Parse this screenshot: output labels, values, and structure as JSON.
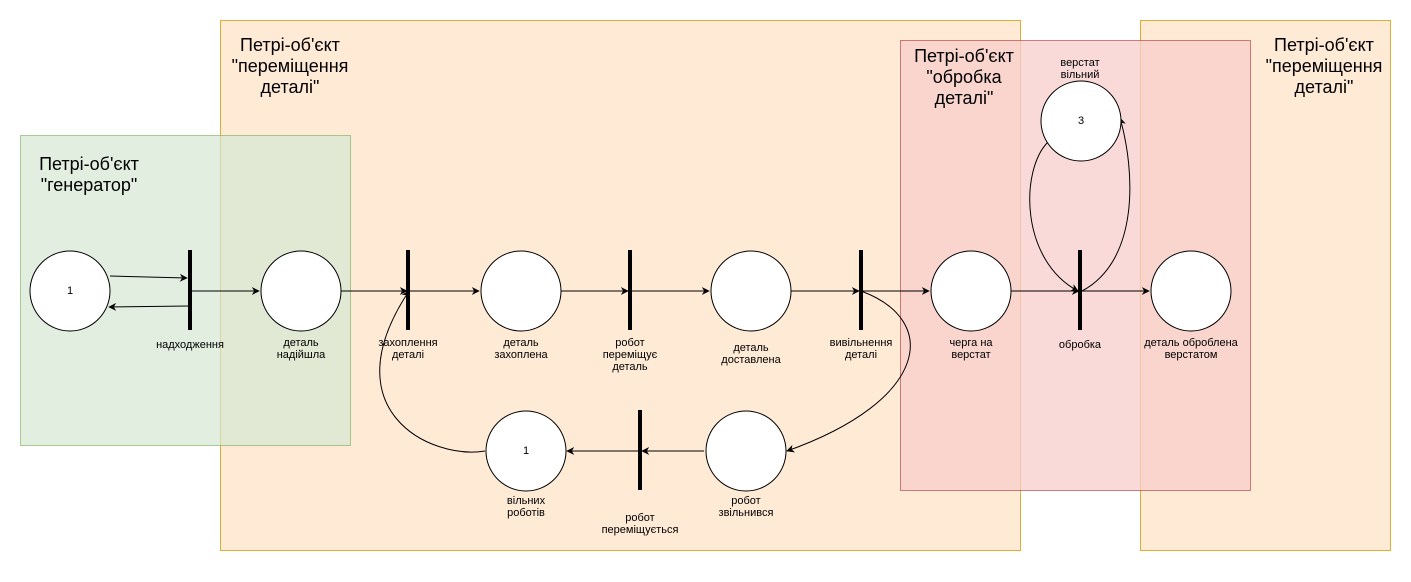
{
  "regions": {
    "generator": {
      "title": [
        "Петрі-об'єкт",
        "\"генератор\""
      ],
      "fill": "#d5e8d4",
      "stroke": "#82b366"
    },
    "move_left": {
      "title": [
        "Петрі-об'єкт",
        "\"переміщення",
        "деталі\""
      ],
      "fill": "#ffe6cc",
      "stroke": "#d79b00"
    },
    "processing": {
      "title": [
        "Петрі-об'єкт",
        "\"обробка",
        "деталі\""
      ],
      "fill": "#f8cecc",
      "stroke": "#b85450"
    },
    "move_right": {
      "title": [
        "Петрі-об'єкт",
        "\"переміщення",
        "деталі\""
      ],
      "fill": "#ffe6cc",
      "stroke": "#d79b00"
    }
  },
  "places": {
    "p_gen": {
      "tokens": "1",
      "label": []
    },
    "p_arrived": {
      "tokens": "",
      "label": [
        "деталь",
        "надійшла"
      ]
    },
    "p_captured": {
      "tokens": "",
      "label": [
        "деталь",
        "захоплена"
      ]
    },
    "p_delivered": {
      "tokens": "",
      "label": [
        "деталь",
        "доставлена"
      ]
    },
    "p_queue": {
      "tokens": "",
      "label": [
        "черга на",
        "верстат"
      ]
    },
    "p_processed": {
      "tokens": "",
      "label": [
        "деталь оброблена",
        "верстатом"
      ]
    },
    "p_machine_free": {
      "tokens": "3",
      "label": [
        "верстат",
        "вільний"
      ]
    },
    "p_robot_released": {
      "tokens": "",
      "label": [
        "робот",
        "звільнився"
      ]
    },
    "p_free_robots": {
      "tokens": "1",
      "label": [
        "вільних",
        "роботів"
      ]
    }
  },
  "transitions": {
    "t_arrival": {
      "label": [
        "надходження"
      ]
    },
    "t_capture": {
      "label": [
        "захоплення",
        "деталі"
      ]
    },
    "t_move": {
      "label": [
        "робот",
        "переміщує",
        "деталь"
      ]
    },
    "t_release": {
      "label": [
        "вивільнення",
        "деталі"
      ]
    },
    "t_process": {
      "label": [
        "обробка"
      ]
    },
    "t_robot_move": {
      "label": [
        "робот",
        "переміщується"
      ]
    }
  }
}
